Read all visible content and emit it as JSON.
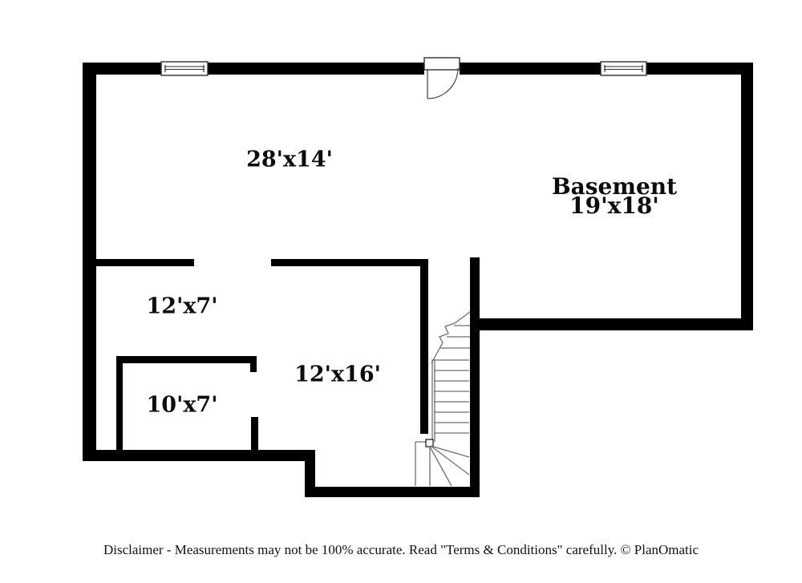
{
  "colors": {
    "bg": "#ffffff",
    "wall": "#000000",
    "line": "#6f6f6f",
    "symbol": "#2f2f2f",
    "text": "#0d0d0d"
  },
  "rooms": [
    {
      "label": "28'x14'"
    },
    {
      "label": "Basement",
      "sublabel": "19'x18'"
    },
    {
      "label": "12'x7'"
    },
    {
      "label": "12'x16'"
    },
    {
      "label": "10'x7'"
    }
  ],
  "footer": {
    "disclaimer": "Disclaimer - Measurements may not be 100% accurate. Read \"Terms & Conditions\" carefully. © PlanOmatic"
  }
}
